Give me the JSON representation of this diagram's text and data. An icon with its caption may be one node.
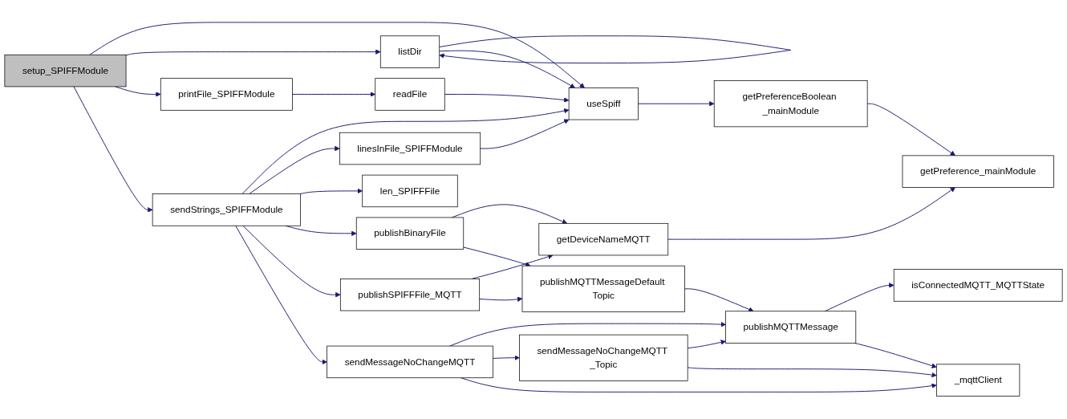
{
  "diagram": {
    "nodes": [
      {
        "text": [
          "setup_SPIFFModule"
        ]
      },
      {
        "text": [
          "listDir"
        ]
      },
      {
        "text": [
          "printFile_SPIFFModule"
        ]
      },
      {
        "text": [
          "readFile"
        ]
      },
      {
        "text": [
          "useSpiff"
        ]
      },
      {
        "text": [
          "sendStrings_SPIFFModule"
        ]
      },
      {
        "text": [
          "linesInFile_SPIFFModule"
        ]
      },
      {
        "text": [
          "len_SPIFFFile"
        ]
      },
      {
        "text": [
          "publishBinaryFile"
        ]
      },
      {
        "text": [
          "publishSPIFFFile_MQTT"
        ]
      },
      {
        "text": [
          "sendMessageNoChangeMQTT"
        ]
      },
      {
        "text": [
          "getPreferenceBoolean _mainModule"
        ]
      },
      {
        "text": [
          "getPreference_mainModule"
        ]
      },
      {
        "text": [
          "getDeviceNameMQTT"
        ]
      },
      {
        "text": [
          "publishMQTTMessageDefault Topic"
        ]
      },
      {
        "text": [
          "publishMQTTMessage"
        ]
      },
      {
        "text": [
          "sendMessageNoChangeMQTT _Topic"
        ]
      },
      {
        "text": [
          "isConnectedMQTT_MQTTState"
        ]
      },
      {
        "text": [
          "_mqttClient"
        ]
      }
    ],
    "edges": [
      {
        "from": 0,
        "to": 4,
        "arrow": "to"
      },
      {
        "from": 0,
        "to": 1,
        "arrow": "to"
      },
      {
        "from": 0,
        "to": 2,
        "arrow": "to"
      },
      {
        "from": 0,
        "to": 5,
        "arrow": "to"
      },
      {
        "from": 1,
        "to": 1,
        "arrow": "to"
      },
      {
        "from": 1,
        "to": 4,
        "arrow": "to"
      },
      {
        "from": 2,
        "to": 3,
        "arrow": "to"
      },
      {
        "from": 3,
        "to": 4,
        "arrow": "to"
      },
      {
        "from": 5,
        "to": 4,
        "arrow": "to"
      },
      {
        "from": 5,
        "to": 6,
        "arrow": "to"
      },
      {
        "from": 6,
        "to": 4,
        "arrow": "to"
      },
      {
        "from": 5,
        "to": 7,
        "arrow": "to"
      },
      {
        "from": 5,
        "to": 8,
        "arrow": "to"
      },
      {
        "from": 5,
        "to": 9,
        "arrow": "to"
      },
      {
        "from": 5,
        "to": 10,
        "arrow": "to"
      },
      {
        "from": 4,
        "to": 11,
        "arrow": "to"
      },
      {
        "from": 11,
        "to": 12,
        "arrow": "to"
      },
      {
        "from": 8,
        "to": 13,
        "arrow": "to"
      },
      {
        "from": 8,
        "to": 14,
        "arrow": "to"
      },
      {
        "from": 9,
        "to": 13,
        "arrow": "to"
      },
      {
        "from": 9,
        "to": 14,
        "arrow": "to"
      },
      {
        "from": 13,
        "to": 12,
        "arrow": "to"
      },
      {
        "from": 14,
        "to": 15,
        "arrow": "to"
      },
      {
        "from": 10,
        "to": 15,
        "arrow": "to"
      },
      {
        "from": 10,
        "to": 16,
        "arrow": "to"
      },
      {
        "from": 10,
        "to": 18,
        "arrow": "to"
      },
      {
        "from": 16,
        "to": 15,
        "arrow": "to"
      },
      {
        "from": 16,
        "to": 18,
        "arrow": "to"
      },
      {
        "from": 15,
        "to": 17,
        "arrow": "to"
      },
      {
        "from": 15,
        "to": 18,
        "arrow": "to"
      }
    ]
  }
}
